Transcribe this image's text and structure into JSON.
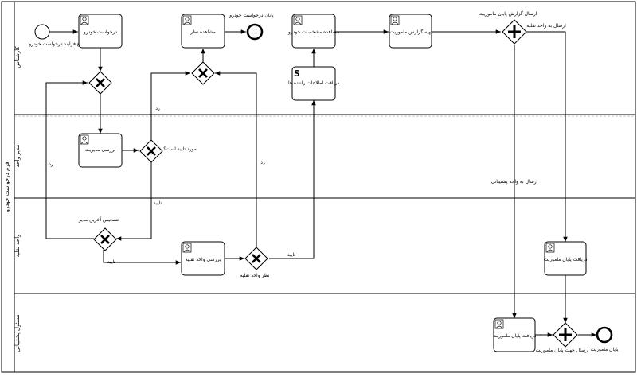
{
  "pool": {
    "label": "فرم درخواست خودرو"
  },
  "lanes": [
    {
      "id": "lane-applicant",
      "label": "کارشناس"
    },
    {
      "id": "lane-manager",
      "label": "مدیر واحد"
    },
    {
      "id": "lane-transport",
      "label": "واحد نقلیه"
    },
    {
      "id": "lane-support",
      "label": "مسئول پشتیبانی"
    }
  ],
  "events": {
    "start": "شروع فرآیند درخواست خودرو",
    "end_request": "پایان درخواست خودرو",
    "end_mission": "پایان ماموریت"
  },
  "tasks": {
    "request_car": "درخواست خودرو",
    "view_result": "مشاهده نظر",
    "view_car_specs": "مشاهده مشخصات خودرو",
    "mission_report": "تهیه گزارش ماموریت",
    "get_driver_info": "دریافت اطلاعات راننده ها",
    "manager_review": "بررسی مدیریت",
    "transport_review": "بررسی واحد نقلیه",
    "receive_end_transport": "دریافت پایان ماموریت",
    "receive_end_support": "دریافت پایان ماموریت"
  },
  "gateways": {
    "approved_question": "مورد تایید است؟",
    "last_manager": "تشخیص آخرین مدیر",
    "transport_opinion": "نظر واحد نقلیه"
  },
  "flows": {
    "reject_a": "رد",
    "reject_b": "رد",
    "reject_c": "رد",
    "approve_a": "تایید",
    "approve_b": "تایید",
    "approve_c": "تایید",
    "send_report": "ارسال گزارش پایان ماموریت",
    "to_transport": "ارسال به واحد نقلیه",
    "to_support": "ارسال به واحد پشتیبانی",
    "send_end": "ارسال جهت پایان ماموریت"
  }
}
